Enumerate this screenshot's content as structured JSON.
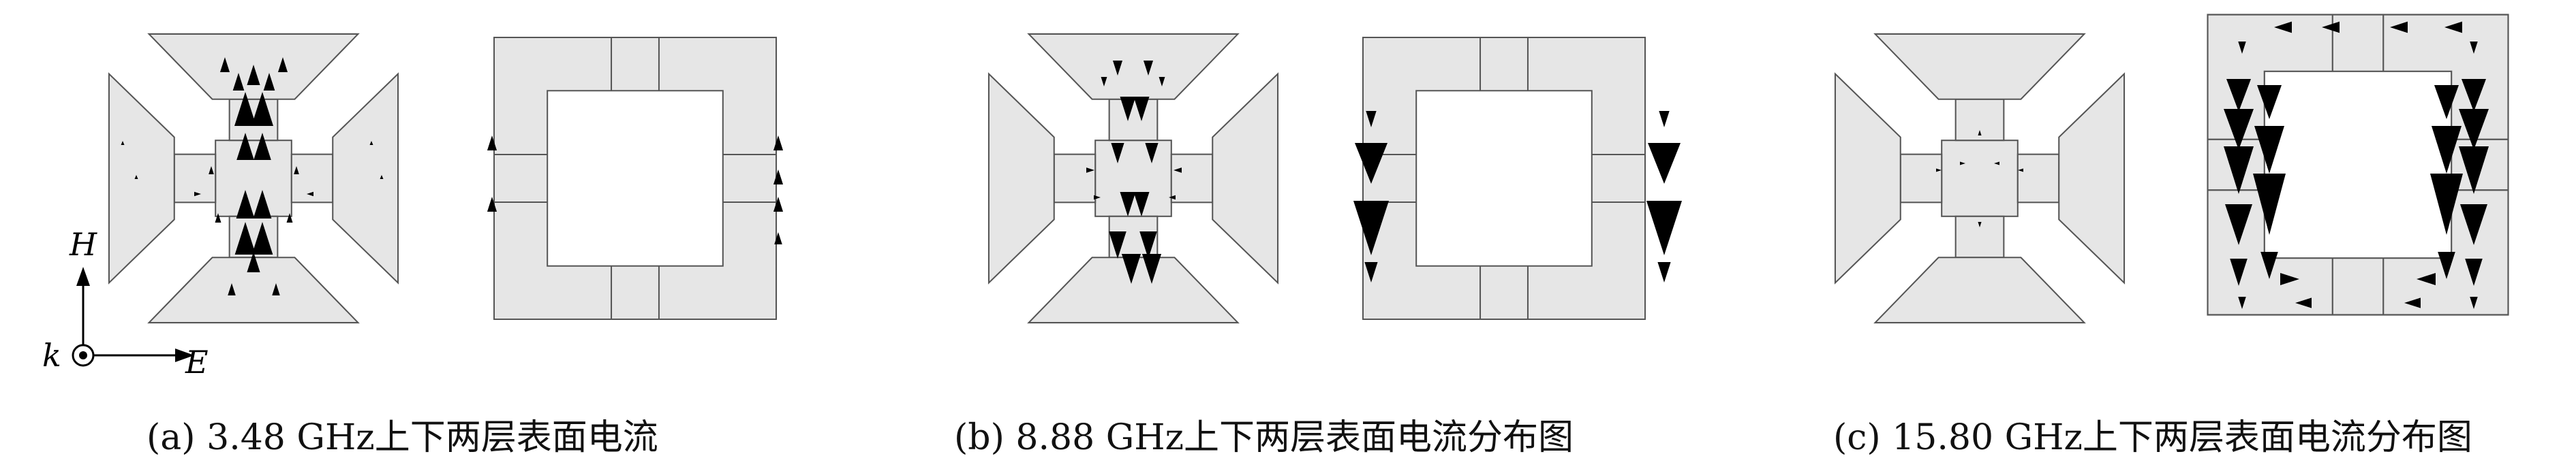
{
  "axes_labels": {
    "h_field": "H",
    "k_vector": "k",
    "e_field": "E"
  },
  "panels": [
    {
      "id": "a",
      "caption": "(a) 3.48 GHz上下两层表面电流"
    },
    {
      "id": "b",
      "caption": "(b) 8.88 GHz上下两层表面电流分布图"
    },
    {
      "id": "c",
      "caption": "(c) 15.80 GHz上下两层表面电流分布图"
    }
  ],
  "colors": {
    "metal_fill": "#e6e6e6",
    "outline": "#555555",
    "arrow": "#000000"
  }
}
